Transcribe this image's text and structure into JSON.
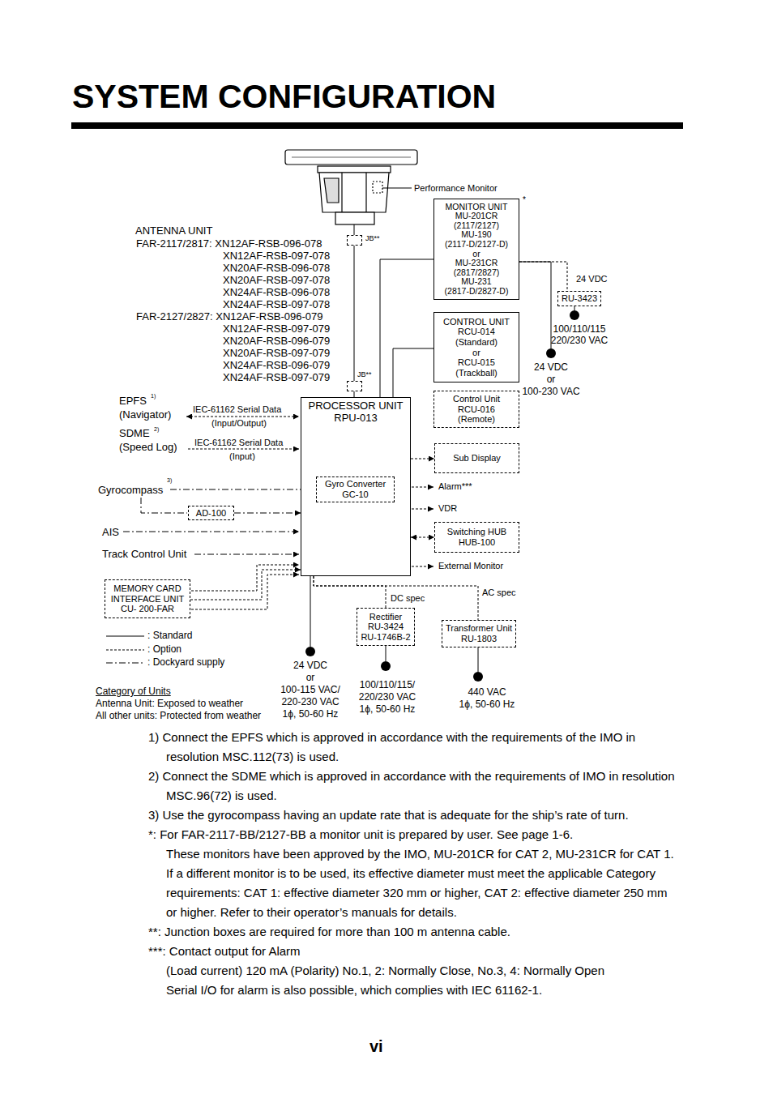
{
  "diagram": {
    "title": "SYSTEM CONFIGURATION",
    "nodes": [
      {
        "text": [
          "JB**"
        ]
      },
      {
        "text": [
          "MONITOR UNIT",
          "MU-201CR",
          "(2117/2127)",
          "MU-190",
          "(2117-D/2127-D)",
          "or",
          "MU-231CR",
          "(2817/2827)",
          "MU-231",
          "(2817-D/2827-D)"
        ]
      },
      {
        "text": [
          "RU-3423"
        ]
      },
      {
        "text": [
          "CONTROL UNIT",
          "RCU-014",
          "(Standard)",
          "or",
          "RCU-015",
          "(Trackball)"
        ]
      },
      {
        "text": [
          "JB**"
        ]
      },
      {
        "text": [
          "Control Unit",
          "RCU-016",
          "(Remote)"
        ]
      },
      {
        "text": [
          "PROCESSOR UNIT",
          "RPU-013"
        ]
      },
      {
        "text": [
          "Gyro Converter",
          "GC-10"
        ],
        "in": 6
      },
      {
        "text": [
          "Sub Display"
        ]
      },
      {
        "text": [
          "AD-100"
        ]
      },
      {
        "text": [
          "Switching HUB",
          "HUB-100"
        ]
      },
      {
        "text": [
          "MEMORY CARD",
          "INTERFACE UNIT",
          "CU- 200-FAR"
        ]
      },
      {
        "text": [
          "Rectifier",
          "RU-3424",
          "RU-1746B-2"
        ]
      },
      {
        "text": [
          "Transformer Unit",
          "RU-1803"
        ]
      }
    ],
    "edges": [
      {
        "from": 0,
        "to": 4,
        "arrow": "none"
      },
      {
        "from": 4,
        "to": 6,
        "arrow": "none"
      },
      {
        "from": 6,
        "to": 1,
        "arrow": "none"
      },
      {
        "from": 6,
        "to": 3,
        "arrow": "none"
      },
      {
        "from": 1,
        "to": 2,
        "arrow": "none"
      },
      {
        "from": 9,
        "to": 6,
        "arrow": "to"
      },
      {
        "from": 11,
        "to": 6,
        "arrow": "to"
      },
      {
        "from": 6,
        "to": 8,
        "arrow": "to"
      },
      {
        "from": 6,
        "to": 10,
        "arrow": "both"
      },
      {
        "from": 6,
        "to": 12,
        "arrow": "none",
        "label": "DC spec"
      },
      {
        "from": 6,
        "to": 13,
        "arrow": "none",
        "label": "AC spec"
      }
    ],
    "labels": [
      "ANTENNA UNIT",
      "FAR-2117/2817: XN12AF-RSB-096-078",
      "XN12AF-RSB-097-078",
      "XN20AF-RSB-096-078",
      "XN20AF-RSB-097-078",
      "XN24AF-RSB-096-078",
      "XN24AF-RSB-097-078",
      "FAR-2127/2827: XN12AF-RSB-096-079",
      "XN12AF-RSB-097-079",
      "XN20AF-RSB-096-079",
      "XN20AF-RSB-097-079",
      "XN24AF-RSB-096-079",
      "XN24AF-RSB-097-079",
      "Performance Monitor",
      "*",
      "EPFS",
      "1)",
      "(Navigator)",
      "IEC-61162 Serial Data",
      "(Input/Output)",
      "SDME",
      "2)",
      "(Speed Log)",
      "IEC-61162 Serial Data",
      "(Input)",
      "Gyrocompass",
      "3)",
      "AIS",
      "Track Control Unit",
      "Alarm***",
      "VDR",
      "External Monitor",
      "24 VDC",
      "100/110/115",
      "220/230 VAC",
      "24 VDC",
      "or",
      "100-230 VAC",
      "24 VDC",
      "or",
      "100-115 VAC/",
      "220-230 VAC",
      "1ϕ, 50-60 Hz",
      "100/110/115/",
      "220/230 VAC",
      "1ϕ, 50-60 Hz",
      "440 VAC",
      "1ϕ, 50-60 Hz",
      "Category of Units",
      "Antenna Unit: Exposed to weather",
      "All other units: Protected from weather",
      "1) Connect the EPFS which is approved in accordance with the requirements of the IMO in resolution MSC.112(73) is used.",
      "2) Connect the SDME which is approved in accordance with the requirements of IMO in resolution MSC.96(72) is used.",
      "3) Use the gyrocompass having an update rate that is adequate for the ship’s rate of turn.",
      "*: For FAR-2117-BB/2127-BB a monitor unit is prepared by user. See page 1-6.",
      "These monitors have been approved by the IMO, MU-201CR for CAT 2, MU-231CR for CAT 1. If a different monitor is to be used, its effective diameter must meet the applicable Category requirements: CAT 1: effective diameter 320 mm or higher, CAT 2: effective diameter 250 mm or higher. Refer to their operator’s manuals for details.",
      "**: Junction boxes are required for more than 100 m antenna cable.",
      "***: Contact output for Alarm",
      "(Load current) 120 mA (Polarity) No.1, 2: Normally Close, No.3, 4: Normally Open",
      "Serial I/O for alarm is also possible, which complies with IEC 61162-1.",
      "vi"
    ],
    "legend": [
      {
        "text": ": Standard"
      },
      {
        "text": ": Option"
      },
      {
        "text": ": Dockyard supply"
      }
    ]
  }
}
